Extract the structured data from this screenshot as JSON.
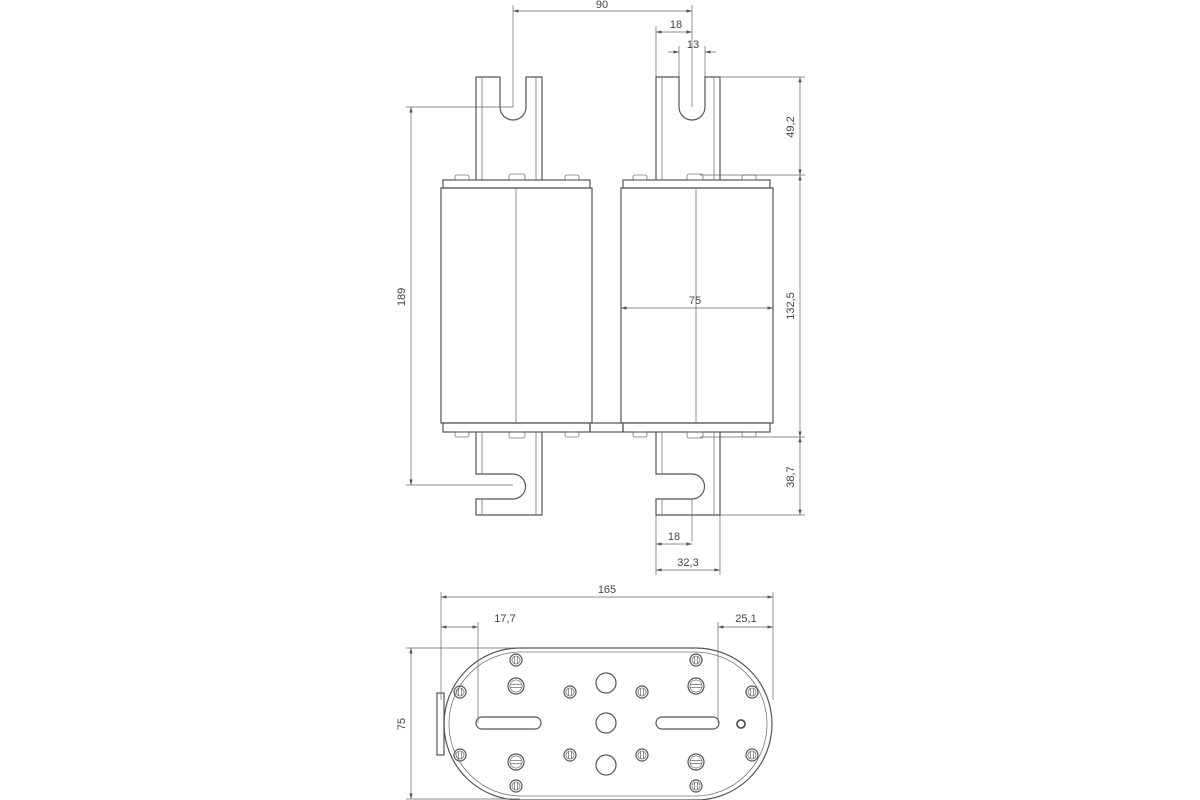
{
  "dimensions": {
    "pitch": "90",
    "blade_width_top": "18",
    "slot_width": "13",
    "blade_height_top": "49,2",
    "body_height": "132,5",
    "blade_height_bottom": "38,7",
    "overall_height": "189",
    "body_width": "75",
    "slot_depth_bottom": "18",
    "blade_width_bottom": "32,3",
    "overall_length": "165",
    "left_offset": "17,7",
    "right_offset": "25,1",
    "base_width": "75"
  },
  "colors": {
    "line": "#555555",
    "dimension": "#666666",
    "background": "#ffffff"
  }
}
